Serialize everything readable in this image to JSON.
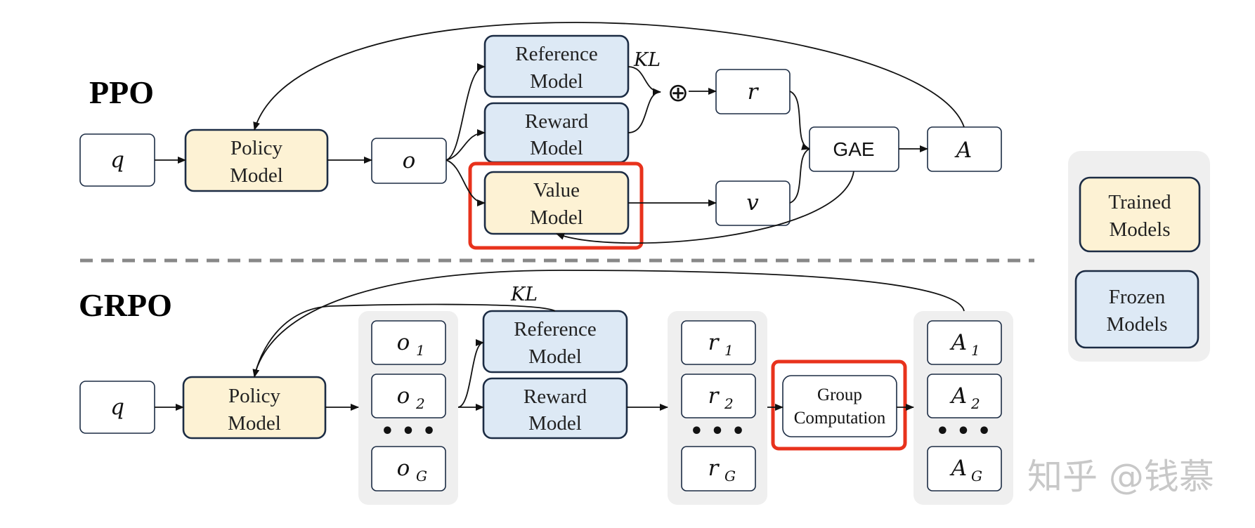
{
  "ppo": {
    "title": "PPO",
    "q": "q",
    "policy": [
      "Policy",
      "Model"
    ],
    "o": "o",
    "reference": [
      "Reference",
      "Model"
    ],
    "reward": [
      "Reward",
      "Model"
    ],
    "value": [
      "Value",
      "Model"
    ],
    "kl": "KL",
    "plus": "⊕",
    "r": "r",
    "v": "v",
    "gae": "GAE",
    "a": "A"
  },
  "grpo": {
    "title": "GRPO",
    "q": "q",
    "policy": [
      "Policy",
      "Model"
    ],
    "kl": "KL",
    "o_items": [
      {
        "base": "o",
        "sub": "1"
      },
      {
        "base": "o",
        "sub": "2"
      },
      {
        "base": "o",
        "sub": "G"
      }
    ],
    "reference": [
      "Reference",
      "Model"
    ],
    "reward": [
      "Reward",
      "Model"
    ],
    "r_items": [
      {
        "base": "r",
        "sub": "1"
      },
      {
        "base": "r",
        "sub": "2"
      },
      {
        "base": "r",
        "sub": "G"
      }
    ],
    "group": [
      "Group",
      "Computation"
    ],
    "a_items": [
      {
        "base": "A",
        "sub": "1"
      },
      {
        "base": "A",
        "sub": "2"
      },
      {
        "base": "A",
        "sub": "G"
      }
    ],
    "dots": "• • •"
  },
  "legend": {
    "trained": [
      "Trained",
      "Models"
    ],
    "frozen": [
      "Frozen",
      "Models"
    ]
  },
  "watermark": "知乎 @钱慕",
  "colors": {
    "trained_fill": "#fdf2d4",
    "frozen_fill": "#dde9f5",
    "box_stroke": "#1c2c44",
    "highlight": "#e8321c",
    "group_bg": "#efefef",
    "divider": "#888888"
  }
}
